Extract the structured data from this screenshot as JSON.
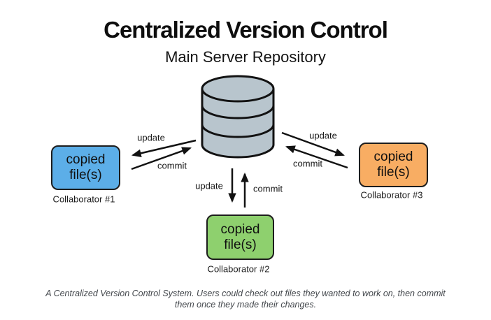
{
  "title": "Centralized Version Control",
  "subtitle": "Main Server Repository",
  "server": {
    "type": "database-cylinder",
    "fill": "#b8c5cd"
  },
  "collaborators": [
    {
      "caption": "Collaborator #1",
      "box_label": "copied\nfile(s)",
      "fill": "#5caee8",
      "position": "left"
    },
    {
      "caption": "Collaborator #2",
      "box_label": "copied\nfile(s)",
      "fill": "#8ed06e",
      "position": "bottom"
    },
    {
      "caption": "Collaborator #3",
      "box_label": "copied\nfile(s)",
      "fill": "#f8ad63",
      "position": "right"
    }
  ],
  "arrows": [
    {
      "label": "update",
      "from": "server",
      "to": "collaborator-1"
    },
    {
      "label": "commit",
      "from": "collaborator-1",
      "to": "server"
    },
    {
      "label": "update",
      "from": "server",
      "to": "collaborator-2"
    },
    {
      "label": "commit",
      "from": "collaborator-2",
      "to": "server"
    },
    {
      "label": "update",
      "from": "server",
      "to": "collaborator-3"
    },
    {
      "label": "commit",
      "from": "collaborator-3",
      "to": "server"
    }
  ],
  "caption": {
    "line1": "A Centralized Version Control System. Users could check out files they wanted to work on, then commit",
    "line2": "them once they made their changes."
  },
  "colors": {
    "background": "#ffffff",
    "stroke": "#121212",
    "server_fill": "#b8c5cd",
    "collaborator1_fill": "#5caee8",
    "collaborator2_fill": "#8ed06e",
    "collaborator3_fill": "#f8ad63",
    "caption_text": "#43474c"
  }
}
